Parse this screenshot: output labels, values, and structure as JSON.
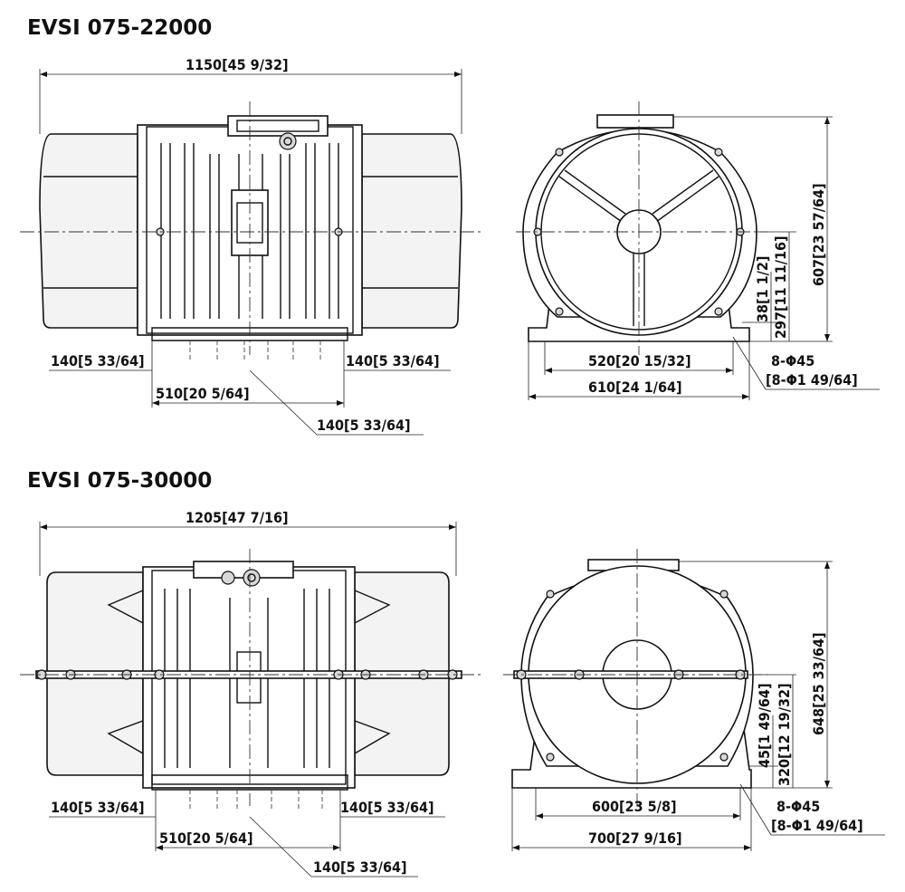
{
  "drawings": [
    {
      "title": "EVSI 075-22000",
      "side_view": {
        "overall_length": "1150[45 9/32]",
        "left_offset": "140[5 33/64]",
        "right_offset": "140[5 33/64]",
        "hole_spacing": "510[20 5/64]",
        "hole_pitch": "140[5 33/64]"
      },
      "end_view": {
        "overall_height": "607[23 57/64]",
        "shaft_height": "297[11 11/16]",
        "foot_thickness": "38[1 1/2]",
        "hole_span": "520[20 15/32]",
        "base_width": "610[24 1/64]",
        "holes": "8-Φ45",
        "holes_inch": "[8-Φ1 49/64]"
      }
    },
    {
      "title": "EVSI 075-30000",
      "side_view": {
        "overall_length": "1205[47 7/16]",
        "left_offset": "140[5 33/64]",
        "right_offset": "140[5 33/64]",
        "hole_spacing": "510[20 5/64]",
        "hole_pitch": "140[5 33/64]"
      },
      "end_view": {
        "overall_height": "648[25 33/64]",
        "shaft_height": "320[12 19/32]",
        "foot_thickness": "45[1 49/64]",
        "hole_span": "600[23 5/8]",
        "base_width": "700[27 9/16]",
        "holes": "8-Φ45",
        "holes_inch": "[8-Φ1 49/64]"
      }
    }
  ]
}
